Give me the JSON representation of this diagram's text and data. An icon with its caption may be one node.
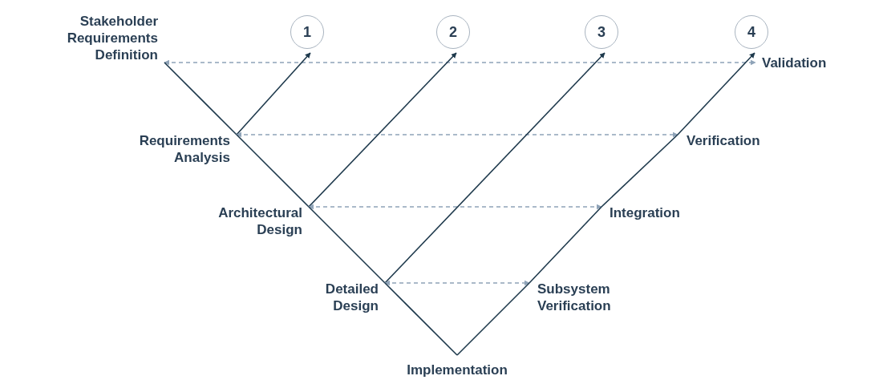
{
  "diagram": {
    "nodes": [
      {
        "text": [
          "Stakeholder Requirements Definition"
        ]
      },
      {
        "text": [
          "Requirements Analysis"
        ]
      },
      {
        "text": [
          "Architectural Design"
        ]
      },
      {
        "text": [
          "Detailed Design"
        ]
      },
      {
        "text": [
          "Implementation"
        ]
      },
      {
        "text": [
          "Subsystem Verification"
        ]
      },
      {
        "text": [
          "Integration"
        ]
      },
      {
        "text": [
          "Verification"
        ]
      },
      {
        "text": [
          "Validation"
        ]
      },
      {
        "text": [
          "1"
        ]
      },
      {
        "text": [
          "2"
        ]
      },
      {
        "text": [
          "3"
        ]
      },
      {
        "text": [
          "4"
        ]
      }
    ],
    "edges": [
      {
        "from": 0,
        "to": 8,
        "arrow": "both",
        "style": "dashed",
        "color": "#8fa3b8"
      },
      {
        "from": 0,
        "to": 1,
        "arrow": "none"
      },
      {
        "from": 1,
        "to": 9,
        "arrow": "to"
      },
      {
        "from": 1,
        "to": 7,
        "arrow": "both",
        "style": "dashed",
        "color": "#8fa3b8"
      },
      {
        "from": 1,
        "to": 2,
        "arrow": "none"
      },
      {
        "from": 2,
        "to": 10,
        "arrow": "to"
      },
      {
        "from": 2,
        "to": 6,
        "arrow": "both",
        "style": "dashed",
        "color": "#8fa3b8"
      },
      {
        "from": 2,
        "to": 3,
        "arrow": "none"
      },
      {
        "from": 3,
        "to": 11,
        "arrow": "to"
      },
      {
        "from": 3,
        "to": 5,
        "arrow": "both",
        "style": "dashed",
        "color": "#8fa3b8"
      },
      {
        "from": 3,
        "to": 4,
        "arrow": "none"
      },
      {
        "from": 4,
        "to": 5,
        "arrow": "none"
      },
      {
        "from": 5,
        "to": 6,
        "arrow": "none"
      },
      {
        "from": 6,
        "to": 7,
        "arrow": "none"
      },
      {
        "from": 7,
        "to": 12,
        "arrow": "to"
      }
    ]
  }
}
